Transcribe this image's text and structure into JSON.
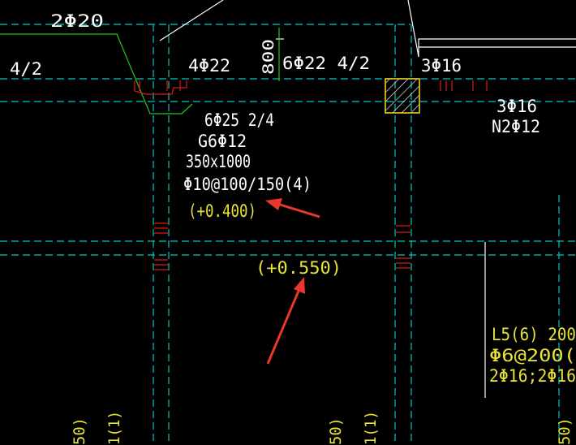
{
  "colors": {
    "background": "#000000",
    "axis_cyan": "#00c8c8",
    "white": "#ffffff",
    "yellow": "#e8e23a",
    "red": "#e01818",
    "green": "#22c722",
    "arrow_red": "#e8372b"
  },
  "labels": {
    "top_rebar": "2Φ20",
    "left_span": "4/2",
    "mid_top": "4Φ22",
    "dim_800": "800",
    "beam_top": "6Φ22 4/2",
    "right_top": "3Φ16",
    "right_mid_1": "3Φ16",
    "right_mid_2": "N2Φ12",
    "beam_bottom": "6Φ25 2/4",
    "beam_side": "G6Φ12",
    "beam_size": "350x1000",
    "beam_stirrup": "Φ10@100/150(4)",
    "beam_elev": "(+0.400)",
    "slab_elev": "(+0.550)",
    "right_l5": "L5(6) 200",
    "right_l5_stirrup": "Φ6@200(",
    "right_l5_rebar": "2Φ16;2Φ16",
    "bottom_1": "50)",
    "bottom_1b": "1(1)",
    "bottom_2": "50)",
    "bottom_2b": "1(1)",
    "bottom_3": "50)"
  },
  "annotations": [
    {
      "name": "arrow-to-elevation-0400"
    },
    {
      "name": "arrow-to-elevation-0550"
    }
  ]
}
